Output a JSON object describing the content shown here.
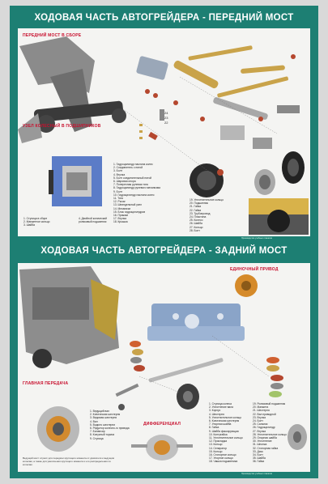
{
  "front": {
    "title": "ХОДОВАЯ ЧАСТЬ АВТОГРЕЙДЕРА - ПЕРЕДНИЙ МОСТ",
    "subtitle_assembly": "ПЕРЕДНИЙ МОСТ В СБОРЕ",
    "subtitle_hub": "УЗЕЛ КОЛЕСНЫЙ В ПОДШИПНИКОВ",
    "hub_legend": [
      "1. Ступица в сборе",
      "2. Манжетное кольцо",
      "3. Шайба",
      "4. Двойной конический роликовый подшипник"
    ],
    "legend_col1": [
      "1. Гидроцилиндр наклона колес",
      "2. Соединитель с пятой",
      "3. Болт",
      "4. Втулка",
      "5. Болт соединительный пятой",
      "6. Шаровая опора",
      "7. Поперечная рулевая тяга",
      "8. Гидроцилиндр рулевого механизма",
      "9. Болт",
      "10. Гидроцилиндр наклона колес",
      "11. Тяга",
      "12. Рычаг",
      "13. Шпиндельный узел",
      "14. Механизм",
      "15. Блок гидроцилиндров",
      "16. Прижим",
      "17. Втулка",
      "18. Крышка"
    ],
    "legend_col2": [
      "19. Уплотнительное кольцо",
      "20. Подшипник",
      "21. Гайка",
      "22. Гайка",
      "23. Трубопровод",
      "24. Пластина",
      "25. Колесо",
      "26. Шайба",
      "27. Кольцо",
      "28. Болт"
    ],
    "callouts": [
      "24",
      "23",
      "22"
    ]
  },
  "rear": {
    "title": "ХОДОВАЯ ЧАСТЬ АВТОГРЕЙДЕРА - ЗАДНИЙ МОСТ",
    "subtitle_drive": "ЕДИНОЧНЫЙ ПРИВОД",
    "subtitle_main": "ГЛАВНАЯ ПЕРЕДАЧА",
    "subtitle_diff": "ДИФФЕРЕНЦИАЛ",
    "main_legend": [
      "1. Ведущий вал",
      "2. Коническая шестерня",
      "3. Ведомая шестерня",
      "4. Вал",
      "5. Водило шестерни",
      "6. Редуктор колесно-го привода",
      "7. Балансир",
      "8. Конусный тормоз",
      "9. Ступица"
    ],
    "main_note": "Ведущий мост служит для передачи крутящего момента от двигателя к ведущим колесам, а также для увеличения крутящего момента и его распределения по колесам.",
    "legend_col1": [
      "1. Ступица колеса",
      "2. Уплотнение вала",
      "3. Корпус",
      "4. Шестерня",
      "5. Уплотнительное кольцо",
      "6. Коническая шестерня",
      "7. Упорная шайба",
      "8. Гайка",
      "9. Шайба фиксирующая",
      "10. Контргайка",
      "11. Уплотнительное кольцо",
      "12. Прокладка",
      "13. Кольцо",
      "14. Сепаратор",
      "15. Кольцо",
      "16. Стопорное кольцо",
      "17. Упорное кольцо",
      "18. Чашка подшипника"
    ],
    "legend_col2": [
      "19. Роликовый подшипник",
      "20. Манжета",
      "21. Шестерня",
      "22. Вал приводной",
      "23. Втулка",
      "24. Болт",
      "25. Сальник",
      "26. Гидроцилиндр",
      "27. Втулка",
      "28. Уплотнительное кольцо",
      "29. Опорная шайба",
      "30. Уплотнение",
      "31. Шпонка",
      "32. Стопорная гайка",
      "33. Диск",
      "34. Болт",
      "35. Шайба",
      "36. Гайка"
    ]
  },
  "corner_note": "Производство учебных плакатов"
}
